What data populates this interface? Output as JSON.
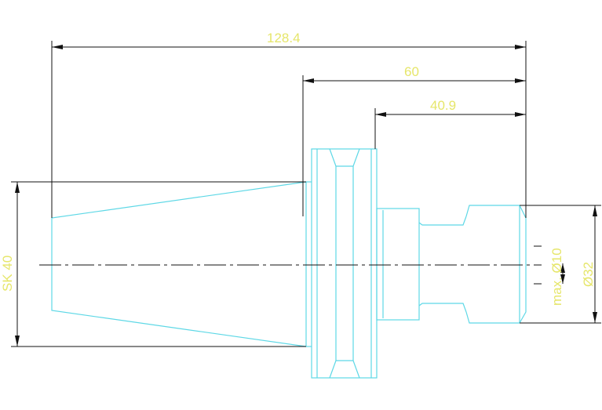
{
  "colors": {
    "background": "#ffffff",
    "outline": "#5ed8e6",
    "dimension": "#111111",
    "text": "#e6e66a"
  },
  "dimensions": {
    "overall_length": "128.4",
    "shank_length": "60",
    "nose_length": "40.9",
    "taper": "SK 40",
    "max_bore": "max. Ø10",
    "outer_diameter": "Ø32"
  }
}
